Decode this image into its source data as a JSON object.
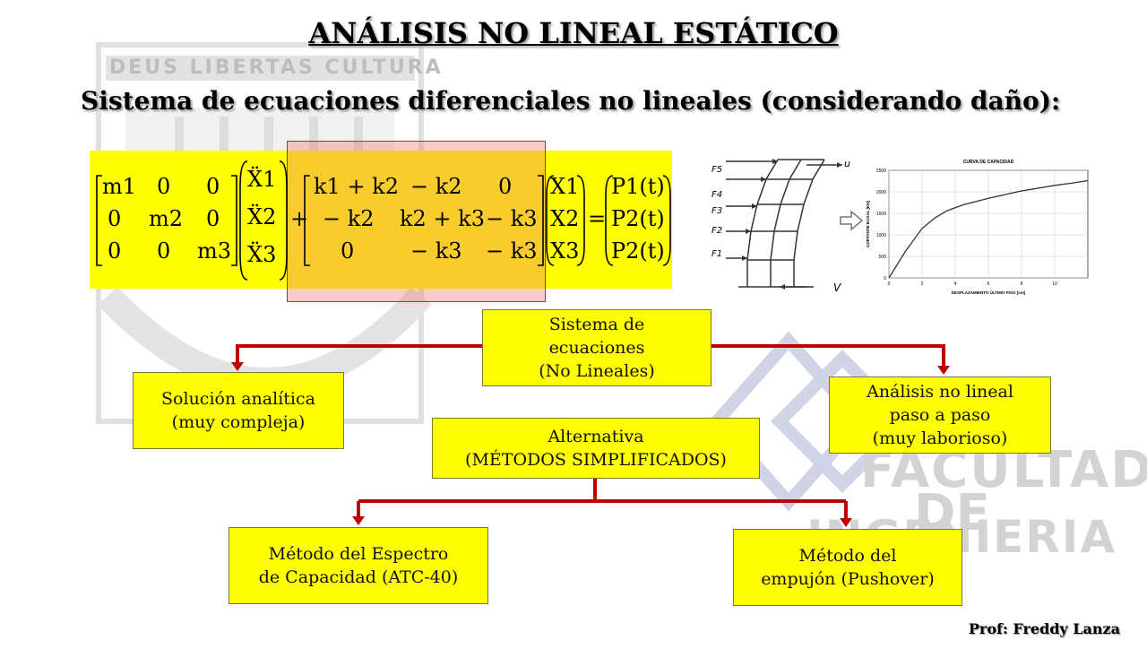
{
  "title": "ANÁLISIS NO LINEAL ESTÁTICO",
  "subtitle": "Sistema de ecuaciones diferenciales no lineales (considerando daño):",
  "watermark": {
    "crest_banner": "DEUS LIBERTAS CULTURA",
    "faculty_lines": [
      "FACULTAD",
      "DE",
      "INGENIERIA"
    ]
  },
  "equation": {
    "mass_rows": [
      [
        "m1",
        "0",
        "0"
      ],
      [
        "0",
        "m2",
        "0"
      ],
      [
        "0",
        "0",
        "m3"
      ]
    ],
    "accel": [
      "Ẍ1",
      "Ẍ2",
      "Ẍ3"
    ],
    "stiff_rows": [
      [
        "k1 + k2",
        "− k2",
        "0"
      ],
      [
        "− k2",
        "k2 + k3",
        "− k3"
      ],
      [
        "0",
        "− k3",
        "− k3"
      ]
    ],
    "disp": [
      "X1",
      "X2",
      "X3"
    ],
    "loads": [
      "P1(t)",
      "P2(t)",
      "P2(t)"
    ],
    "plus": "+",
    "equals": "="
  },
  "building_figure": {
    "forces": [
      "F5",
      "F4",
      "F3",
      "F2",
      "F1"
    ],
    "u_label": "u",
    "v_label": "V"
  },
  "chart_data": {
    "type": "line",
    "title": "CURVA DE CAPACIDAD",
    "xlabel": "DESPLAZAMIENTO ÚLTIMO PISO [cm]",
    "ylabel": "CORTANTE BASAL [KN]",
    "xlim": [
      0,
      12
    ],
    "ylim": [
      0,
      2500
    ],
    "xticks": [
      "0",
      "2",
      "4",
      "6",
      "8",
      "10"
    ],
    "yticks": [
      "0",
      "500",
      "1000",
      "1500",
      "2000",
      "2500"
    ],
    "x": [
      0,
      1,
      2,
      2.8,
      3.5,
      4.5,
      6,
      8,
      10,
      11,
      12
    ],
    "y": [
      0,
      620,
      1150,
      1400,
      1560,
      1700,
      1850,
      2020,
      2150,
      2200,
      2260
    ]
  },
  "flowchart": {
    "system": "Sistema de\necuaciones\n(No Lineales)",
    "analytic": "Solución analítica\n(muy compleja)",
    "stepwise": "Análisis no lineal\npaso a paso\n(muy laborioso)",
    "alternative": "Alternativa\n(MÉTODOS SIMPLIFICADOS)",
    "capacity_spectrum": "Método del Espectro\nde Capacidad (ATC-40)",
    "pushover": "Método del\nempujón (Pushover)"
  },
  "colors": {
    "box_fill": "#ffff00",
    "arrow": "#c00000",
    "highlight": "#f08080"
  },
  "footer": "Prof: Freddy Lanza"
}
